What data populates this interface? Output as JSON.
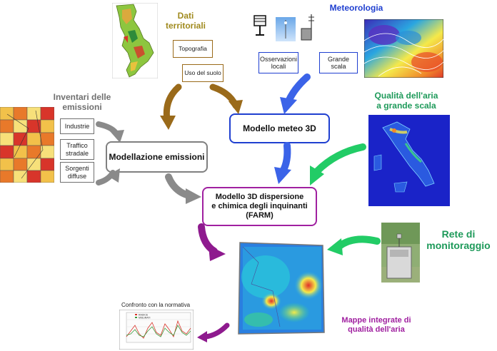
{
  "titles": {
    "dati_territoriali": "Dati\nterritoriali",
    "meteorologia": "Meteorologia",
    "inventari": "Inventari delle\nemissioni",
    "qualita_grande_scala": "Qualità dell'aria\na grande scala",
    "rete_monitoraggio": "Rete di\nmonitoraggio",
    "mappe_integrate": "Mappe integrate di\nqualità dell'aria",
    "confronto": "Confronto con la normativa"
  },
  "inputs": {
    "topografia": "Topografia",
    "uso_suolo": "Uso del suolo",
    "osservazioni": "Osservazioni\nlocali",
    "grande_scala": "Grande\nscala",
    "industrie": "Industrie",
    "traffico": "Traffico\nstradale",
    "sorgenti": "Sorgenti\ndiffuse"
  },
  "models": {
    "meteo": "Modello meteo 3D",
    "emissioni": "Modellazione emissioni",
    "farm": "Modello 3D dispersione\ne chimica degli inquinanti\n(FARM)"
  },
  "chart_legend": [
    "RADICE",
    "MISURATI"
  ],
  "colors": {
    "olive": "#A08A1E",
    "blue": "#1F3FD0",
    "green": "#1E9A5A",
    "gray": "#707070",
    "purple": "#A020A0",
    "brown": "#9A6A1A",
    "arrow_blue": "#3B63E8",
    "arrow_green": "#22CC66",
    "arrow_gray": "#8A8A8A",
    "arrow_purple": "#8E1A8E"
  }
}
